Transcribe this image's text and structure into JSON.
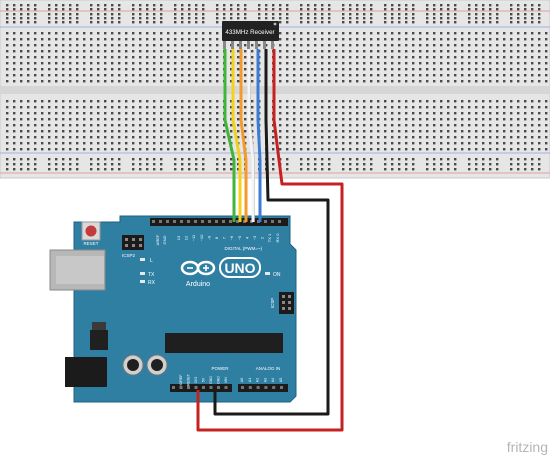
{
  "receiver": {
    "label": "433MHz Receiver"
  },
  "board": {
    "brand_logo_text": "UNO",
    "brand_name": "Arduino",
    "reset_label": "RESET",
    "icsp2_label": "ICSP2",
    "icsp_label": "ICSP",
    "on_label": "ON",
    "l_label": "L",
    "tx_label": "TX",
    "rx_label": "RX",
    "digital_label": "DIGITAL (PWM=~)",
    "aref_label": "AREF",
    "gnd_label": "GND",
    "power_label": "POWER",
    "analog_label": "ANALOG IN",
    "digital_pins": [
      "13",
      "12",
      "~11",
      "~10",
      "~9",
      "8",
      "7",
      "~6",
      "~5",
      "4",
      "~3",
      "2",
      "TX 1",
      "RX 0"
    ],
    "power_pins": [
      "IOREF",
      "RESET",
      "3V3",
      "5V",
      "GND",
      "GND",
      "VIN"
    ],
    "analog_pins": [
      "A0",
      "A1",
      "A2",
      "A3",
      "A4",
      "A5"
    ]
  },
  "watermark": "fritzing",
  "colors": {
    "board": "#2f7fa3",
    "wire_green": "#41b53a",
    "wire_yellow": "#f2d21b",
    "wire_orange": "#f39a2b",
    "wire_white": "#f4f4f4",
    "wire_blue": "#3a7bd5",
    "wire_black": "#1a1a1a",
    "wire_red": "#c62020",
    "breadboard": "#e3e3e3"
  }
}
